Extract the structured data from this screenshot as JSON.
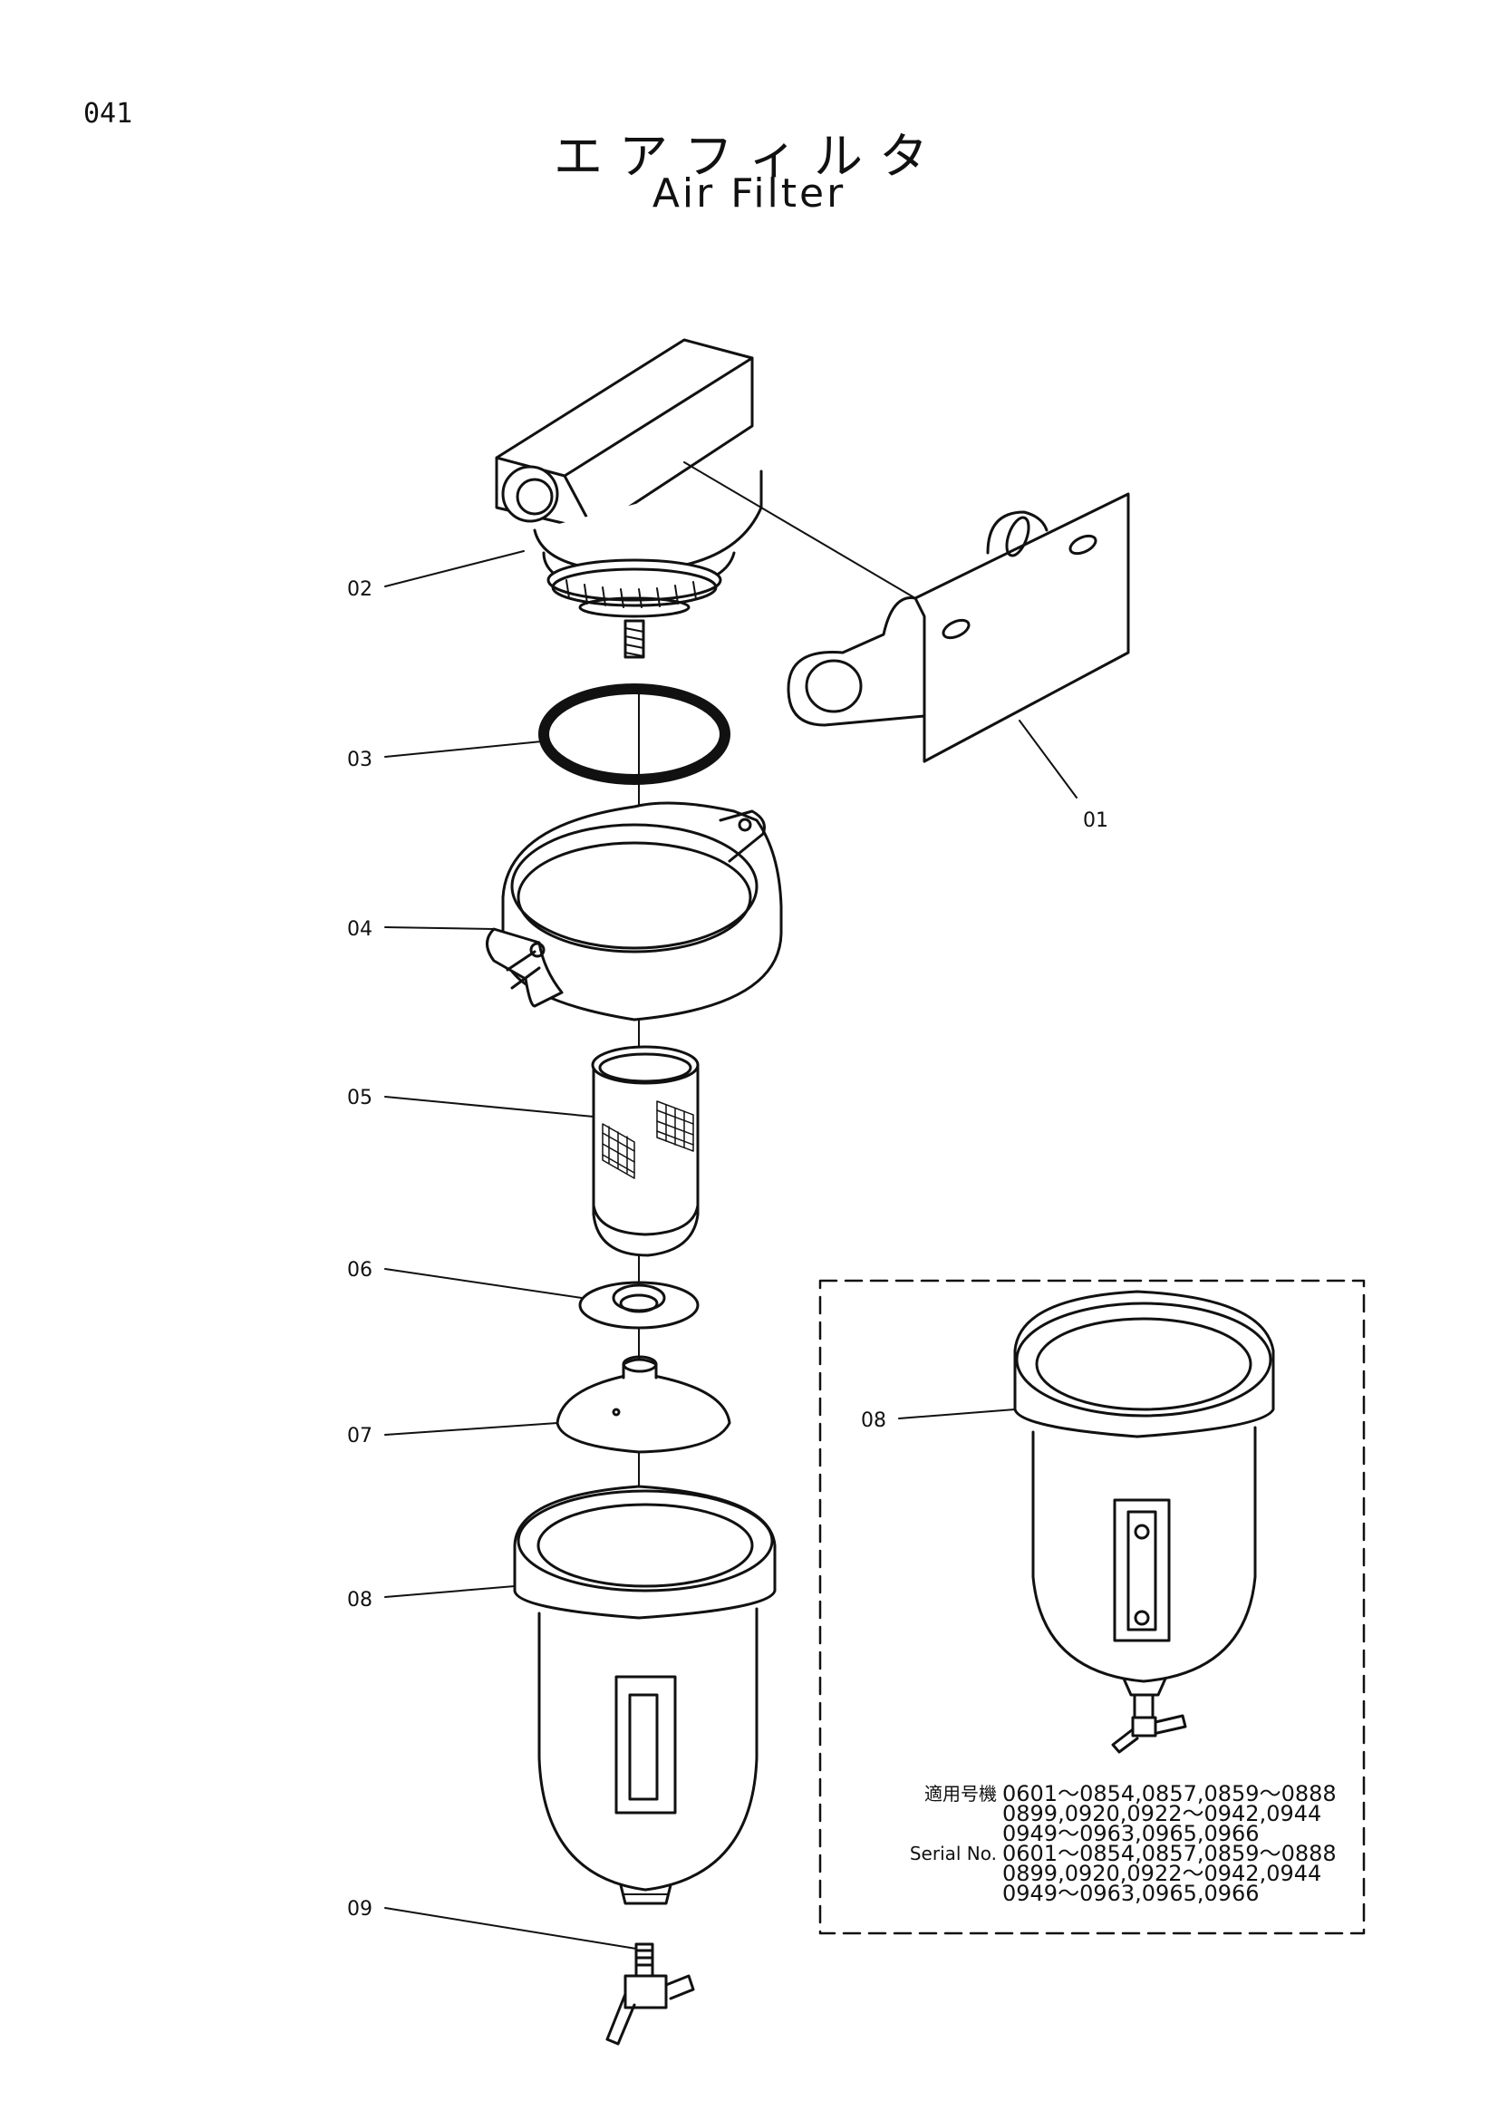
{
  "page": {
    "number": "041"
  },
  "title": {
    "jp": "エアフィルタ",
    "en": "Air Filter"
  },
  "callouts": [
    "02",
    "03",
    "01",
    "04",
    "05",
    "06",
    "07",
    "08",
    "09"
  ],
  "inset": {
    "callout": "08",
    "applicability": [
      {
        "label": "適用号機",
        "value": "0601～0854,0857,0859～0888"
      },
      {
        "label": "",
        "value": "0899,0920,0922～0942,0944"
      },
      {
        "label": "",
        "value": "0949～0963,0965,0966"
      },
      {
        "label": "Serial No.",
        "value": "0601～0854,0857,0859～0888"
      },
      {
        "label": "",
        "value": "0899,0920,0922～0942,0944"
      },
      {
        "label": "",
        "value": "0949～0963,0965,0966"
      }
    ]
  }
}
